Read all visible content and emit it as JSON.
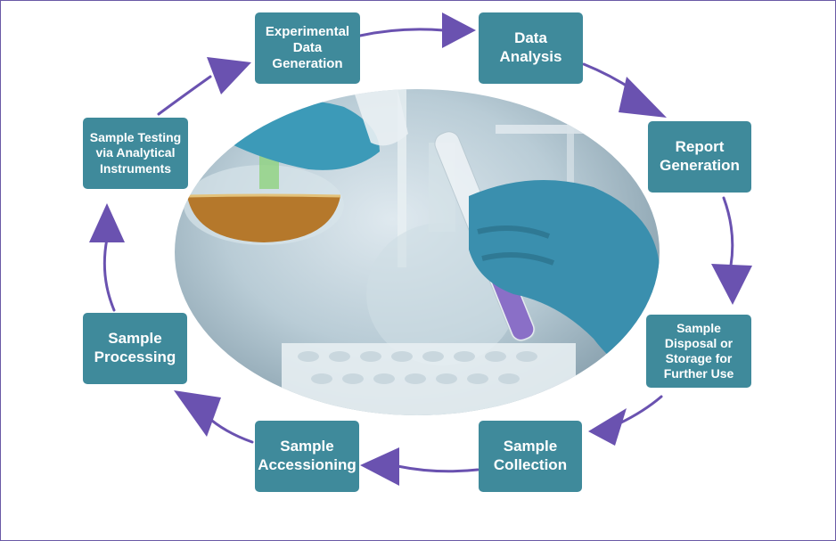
{
  "steps": {
    "experimental": "Experimental Data Generation",
    "analysis": "Data Analysis",
    "report": "Report Generation",
    "disposal": "Sample Disposal or Storage for Further Use",
    "collection": "Sample Collection",
    "accessioning": "Sample Accessioning",
    "processing": "Sample Processing",
    "testing": "Sample Testing via Analytical Instruments"
  },
  "colors": {
    "box": "#3f8a9b",
    "arrow": "#6a52b0",
    "frame": "#6a5aa6"
  },
  "center_image": "laboratory-glassware-photo"
}
